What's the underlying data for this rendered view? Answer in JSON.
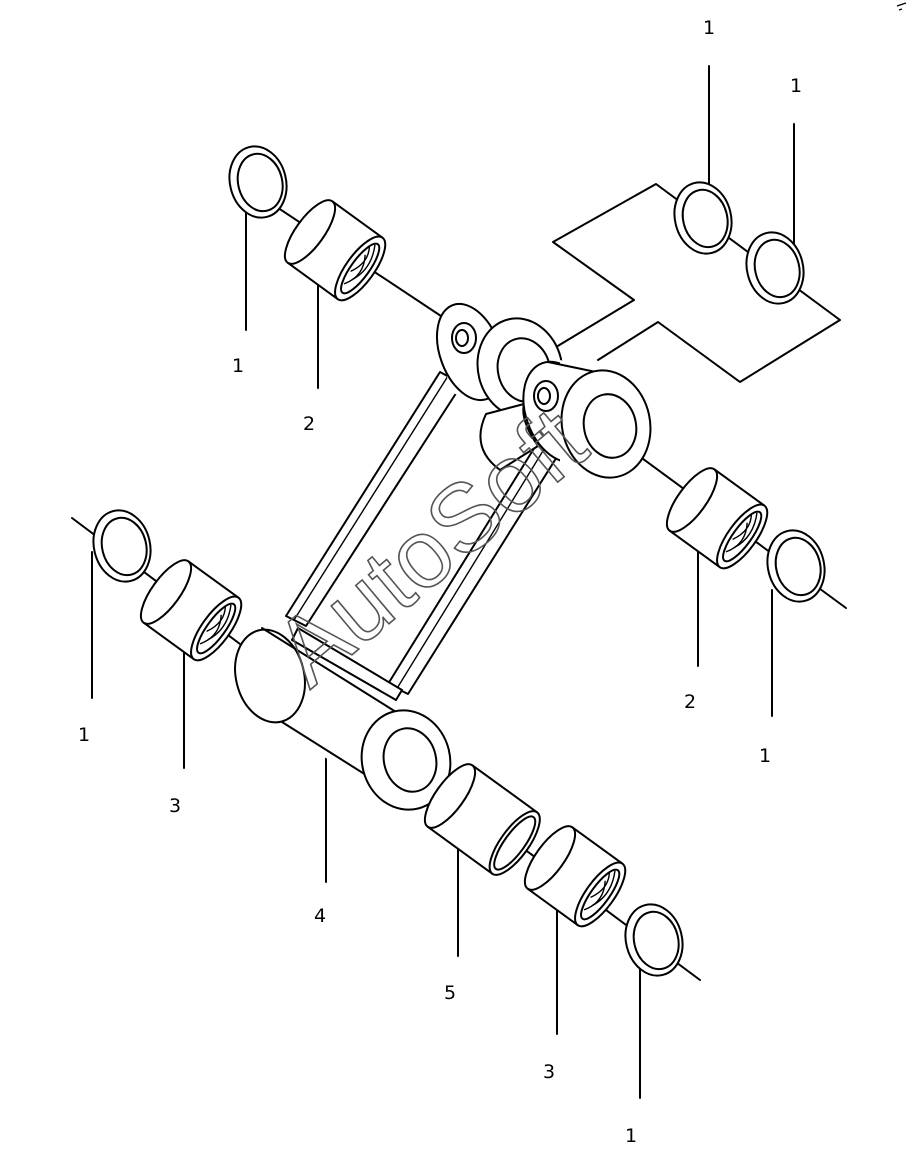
{
  "callouts": {
    "c1": "1",
    "c2": "1",
    "c3": "1",
    "c4": "2",
    "c5": "1",
    "c6": "3",
    "c7": "4",
    "c8": "2",
    "c9": "1",
    "c10": "5",
    "c11": "3",
    "c12": "1"
  },
  "watermark": "AutoSoft"
}
